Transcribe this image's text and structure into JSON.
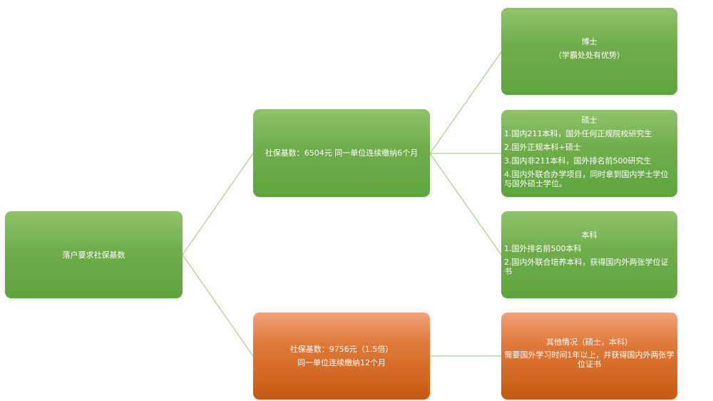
{
  "nodes": {
    "root": {
      "label": "落户要求社保基数"
    },
    "branch_a": {
      "label": "社保基数：6504元 同一单位连续缴纳6个月"
    },
    "branch_b": {
      "line1": "社保基数：9756元（1.5倍）",
      "line2": "同一单位连续缴纳12个月"
    },
    "phd": {
      "title": "博士",
      "note": "（学霸处处有优势）"
    },
    "master": {
      "title": "硕士",
      "items": [
        "1.国内211本科，国外任何正规院校研究生",
        "2.国外正规本科+硕士",
        "3.国内非211本科，国外排名前500研究生",
        "4.国内外联合办学项目，同时拿到国内学士学位与国外硕士学位。"
      ]
    },
    "bachelor": {
      "title": "本科",
      "items": [
        "1.国外排名前500本科",
        "2.国内外联合培养本科，获得国内外两张学位证书"
      ]
    },
    "other": {
      "title": "其他情况（硕士，本科）",
      "note": "需要国外学习时间1年以上，并获得国内外两张学位证书"
    }
  },
  "colors": {
    "green": "#6fad4b",
    "orange": "#c65a10",
    "connector": "#a9d18e"
  }
}
